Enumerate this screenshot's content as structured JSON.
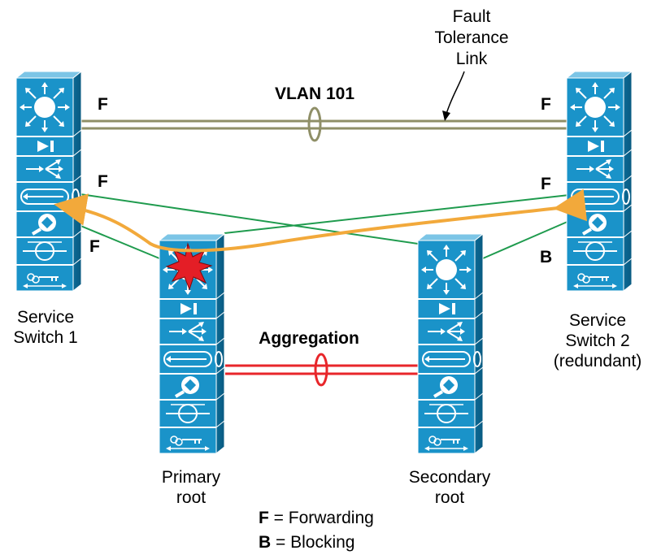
{
  "labels": {
    "fault_tolerance_line1": "Fault",
    "fault_tolerance_line2": "Tolerance",
    "fault_tolerance_line3": "Link",
    "vlan": "VLAN 101",
    "aggregation": "Aggregation",
    "service_switch_1_line1": "Service",
    "service_switch_1_line2": "Switch 1",
    "service_switch_2_line1": "Service",
    "service_switch_2_line2": "Switch 2",
    "service_switch_2_line3": "(redundant)",
    "primary_root_line1": "Primary",
    "primary_root_line2": "root",
    "secondary_root_line1": "Secondary",
    "secondary_root_line2": "root"
  },
  "ports": {
    "ss1_top": "F",
    "ss1_mid": "F",
    "ss1_low": "F",
    "ss2_top": "F",
    "ss2_mid": "F",
    "ss2_low": "B"
  },
  "legend": [
    {
      "key": "F",
      "text": " = Forwarding"
    },
    {
      "key": "B",
      "text": " = Blocking"
    }
  ],
  "colors": {
    "switch_blue": "#1a93c9",
    "switch_dark": "#0b6a96",
    "fault_link": "#8f8f67",
    "aggregation_link": "#e8262a",
    "uplink_green": "#1f9b4e",
    "failover_path": "#f2a93b",
    "failure_star": "#e41e26"
  }
}
